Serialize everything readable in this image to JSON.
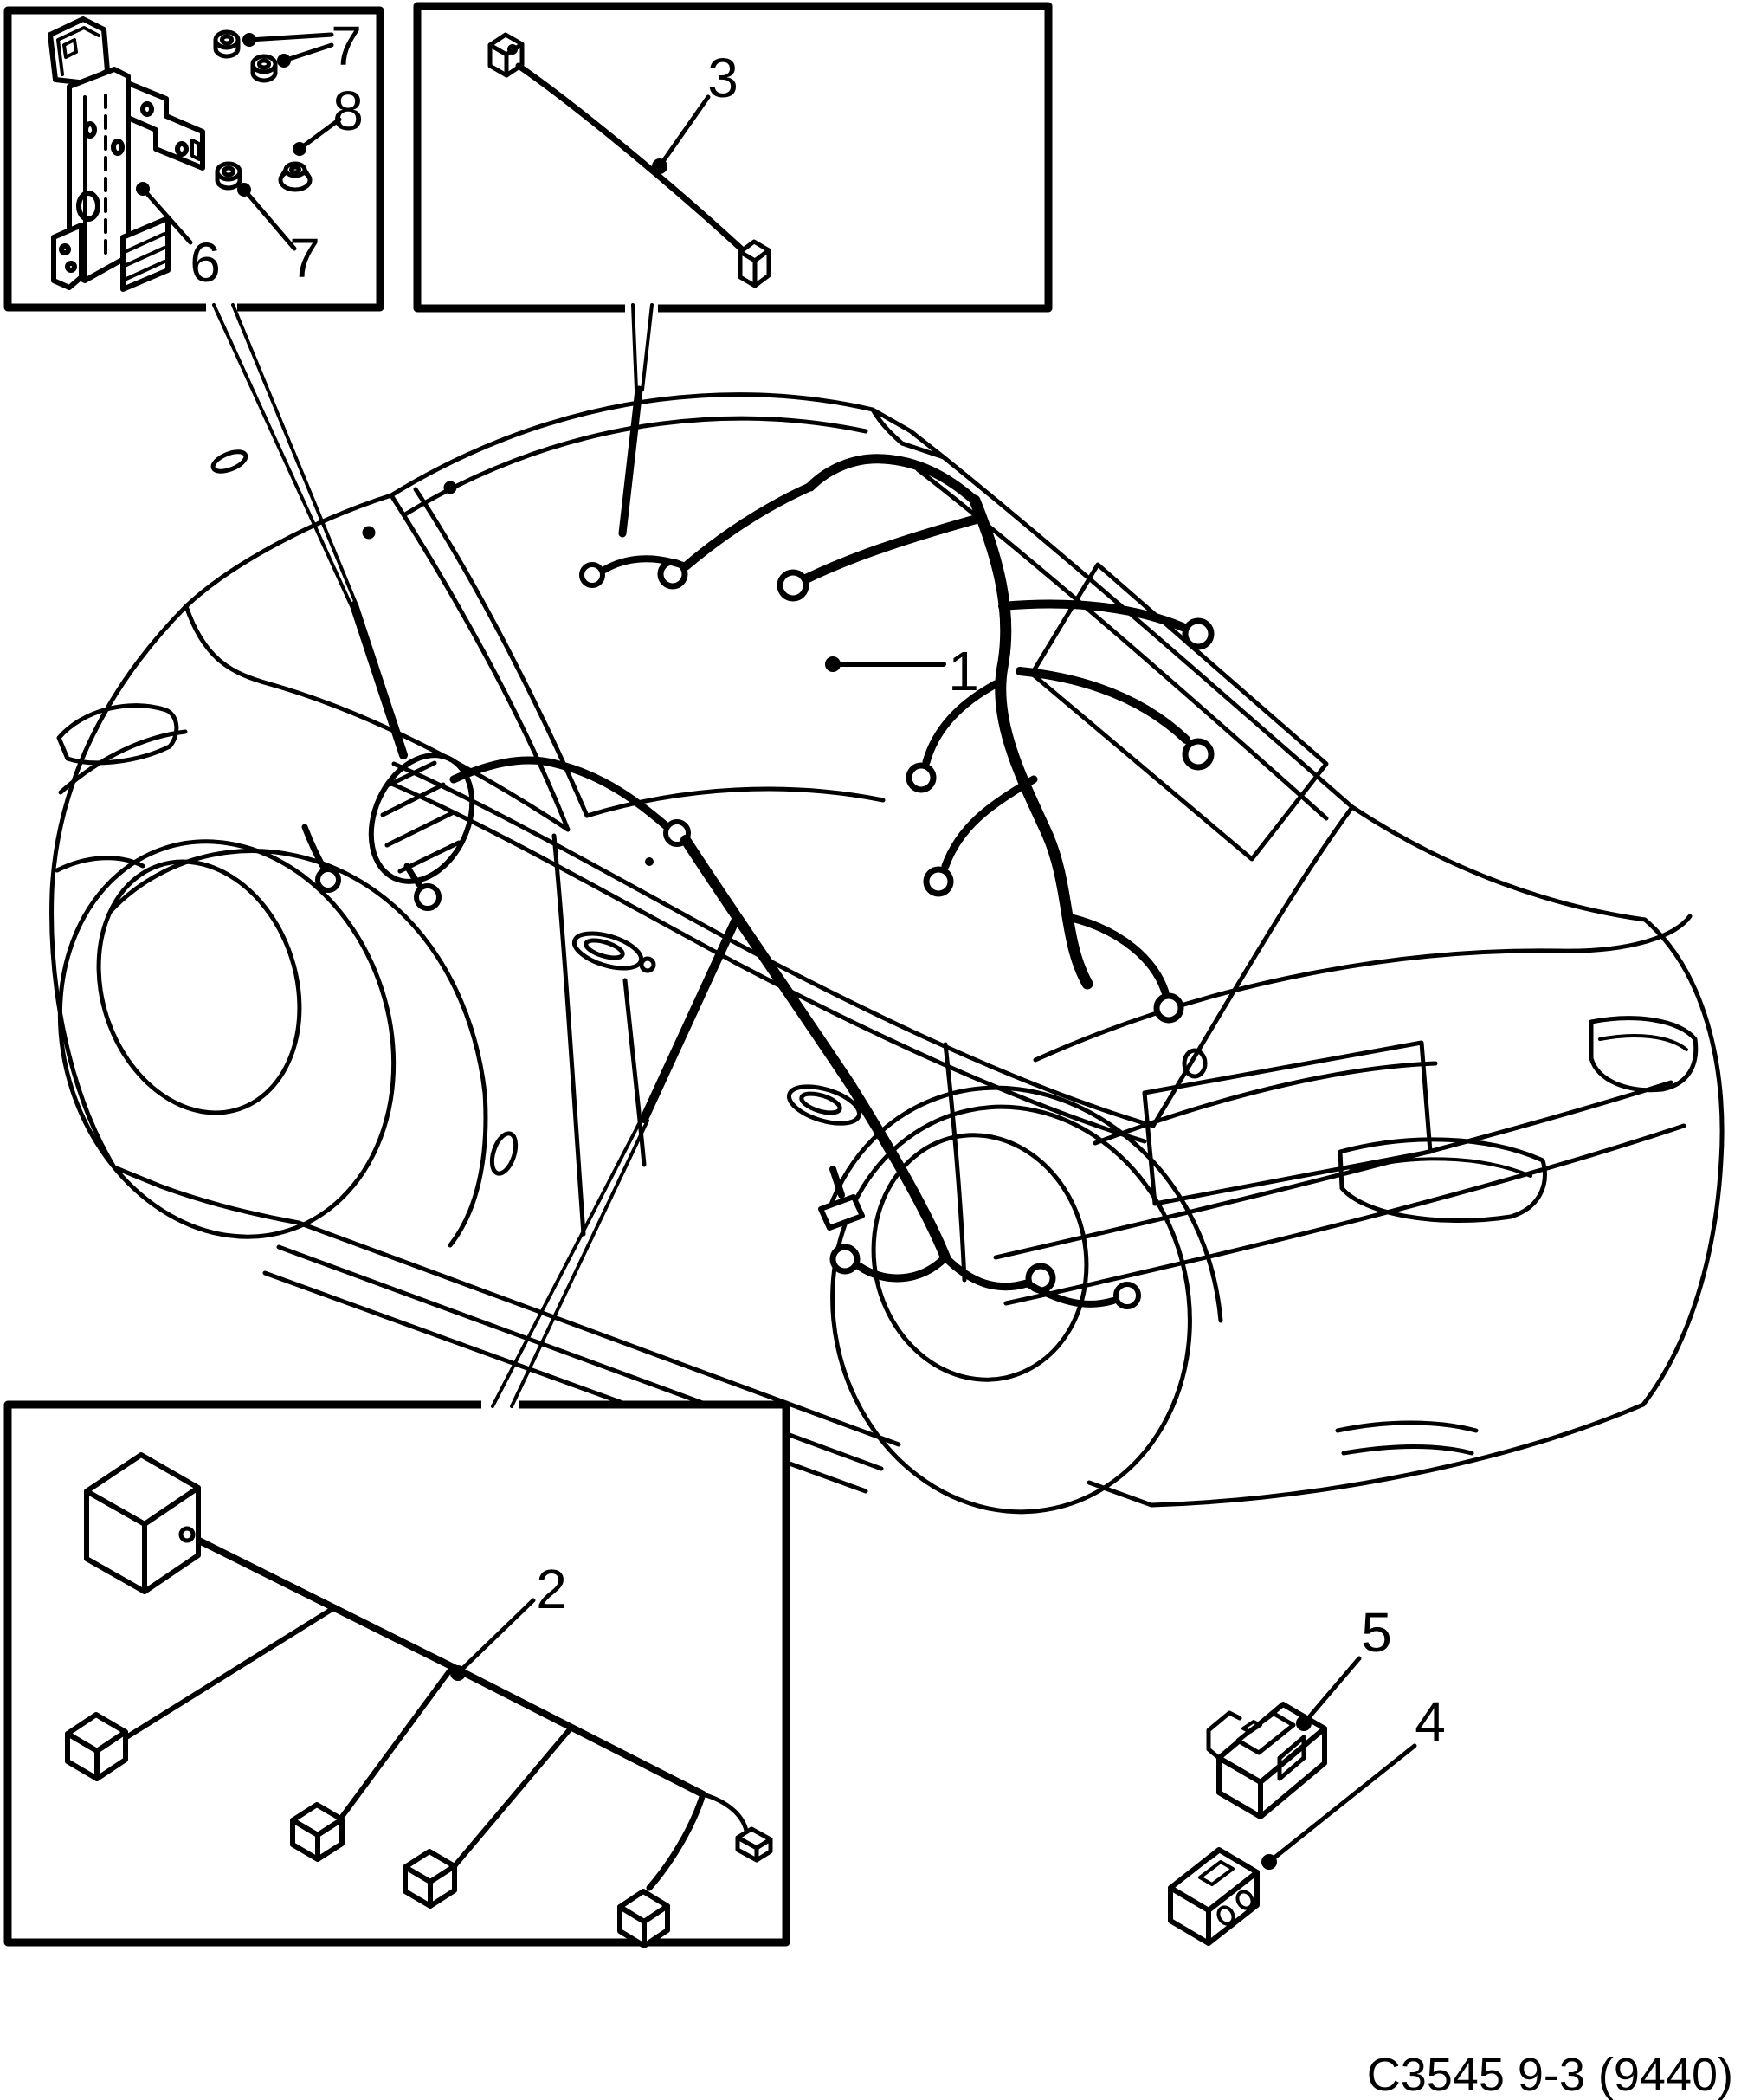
{
  "figure": {
    "type": "parts-diagram",
    "subject": "car body electrical wiring harness locations, sedan rear three-quarter line drawing with three inset detail boxes",
    "footer_code": "C3545 9-3 (9440)",
    "colors": {
      "background": "#ffffff",
      "ink": "#000000"
    }
  },
  "callouts": {
    "main_harness": "1",
    "door_harness": "2",
    "cable": "3",
    "connector_small": "4",
    "connector_large": "5",
    "bracket": "6",
    "nuts_upper": "7",
    "nut_lower": "7",
    "flange_nut": "8"
  }
}
